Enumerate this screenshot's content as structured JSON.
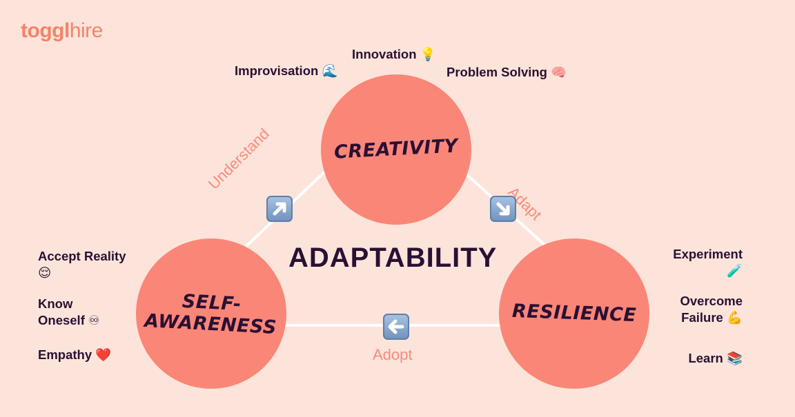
{
  "logo": {
    "part1": "toggl",
    "part2": "hire"
  },
  "title": "ADAPTABILITY",
  "nodes": {
    "creativity": "CREATIVITY",
    "self_awareness": "SELF-\nAWARENESS",
    "resilience": "RESILIENCE"
  },
  "connectors": {
    "understand": "Understand",
    "adapt": "Adapt",
    "adopt": "Adopt"
  },
  "creativity_traits": {
    "innovation": "Innovation 💡",
    "improvisation": "Improvisation 🌊",
    "problem_solving": "Problem Solving 🧠"
  },
  "self_awareness_traits": {
    "accept_reality": "Accept Reality\n😌",
    "know_oneself": "Know\nOneself ♾",
    "empathy": "Empathy ❤️"
  },
  "resilience_traits": {
    "experiment": "Experiment\n🧪",
    "overcome_failure": "Overcome\nFailure 💪",
    "learn": "Learn 📚"
  },
  "colors": {
    "background": "#fce4da",
    "circle": "#fa8678",
    "dark": "#2a1033",
    "accent": "#f5826b",
    "key": "#7f9fc8"
  },
  "icons": [
    "up-right-arrow-icon",
    "down-right-arrow-icon",
    "left-arrow-icon"
  ]
}
